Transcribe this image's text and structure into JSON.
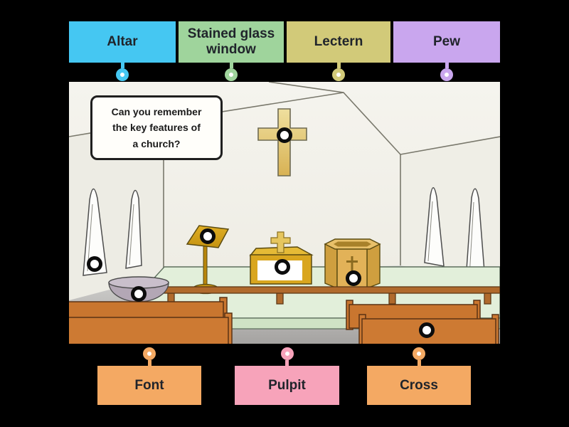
{
  "background_color": "#000000",
  "question_bubble": {
    "lines": [
      "Can you remember",
      "the key features of",
      "a church?"
    ]
  },
  "top_labels": [
    {
      "label": "Altar",
      "color": "#45c7f2"
    },
    {
      "label": "Stained glass window",
      "color": "#9fd49c"
    },
    {
      "label": "Lectern",
      "color": "#d2ca79"
    },
    {
      "label": "Pew",
      "color": "#c9a6ee"
    }
  ],
  "bottom_labels": [
    {
      "label": "Font",
      "color": "#f4a963"
    },
    {
      "label": "Pulpit",
      "color": "#f7a3ba"
    },
    {
      "label": "Cross",
      "color": "#f4a963"
    }
  ],
  "diagram": {
    "scene": "cartoon church interior",
    "targets": [
      {
        "id": "cross"
      },
      {
        "id": "stained-glass-window"
      },
      {
        "id": "lectern"
      },
      {
        "id": "altar"
      },
      {
        "id": "pulpit"
      },
      {
        "id": "font"
      },
      {
        "id": "pew"
      }
    ]
  }
}
